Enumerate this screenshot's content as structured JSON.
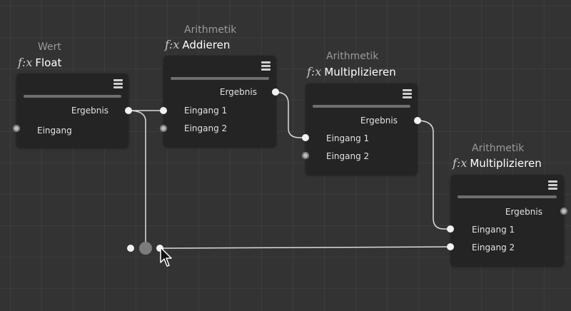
{
  "nodes": [
    {
      "id": "float",
      "category": "Wert",
      "fx": "f:x",
      "title": "Float",
      "outputs": [
        "Ergebnis"
      ],
      "inputs": [
        "Eingang"
      ]
    },
    {
      "id": "addieren",
      "category": "Arithmetik",
      "fx": "f:x",
      "title": "Addieren",
      "outputs": [
        "Ergebnis"
      ],
      "inputs": [
        "Eingang 1",
        "Eingang 2"
      ]
    },
    {
      "id": "multiplizieren-1",
      "category": "Arithmetik",
      "fx": "f:x",
      "title": "Multiplizieren",
      "outputs": [
        "Ergebnis"
      ],
      "inputs": [
        "Eingang 1",
        "Eingang 2"
      ]
    },
    {
      "id": "multiplizieren-2",
      "category": "Arithmetik",
      "fx": "f:x",
      "title": "Multiplizieren",
      "outputs": [
        "Ergebnis"
      ],
      "inputs": [
        "Eingang 1",
        "Eingang 2"
      ]
    }
  ],
  "icons": {
    "node_menu": "hamburger-menu-icon",
    "cursor": "mouse-pointer-icon"
  },
  "colors": {
    "canvas": "#333333",
    "node": "#242424",
    "wire": "#dcdcdc",
    "reroute": "#7c7c7c"
  }
}
